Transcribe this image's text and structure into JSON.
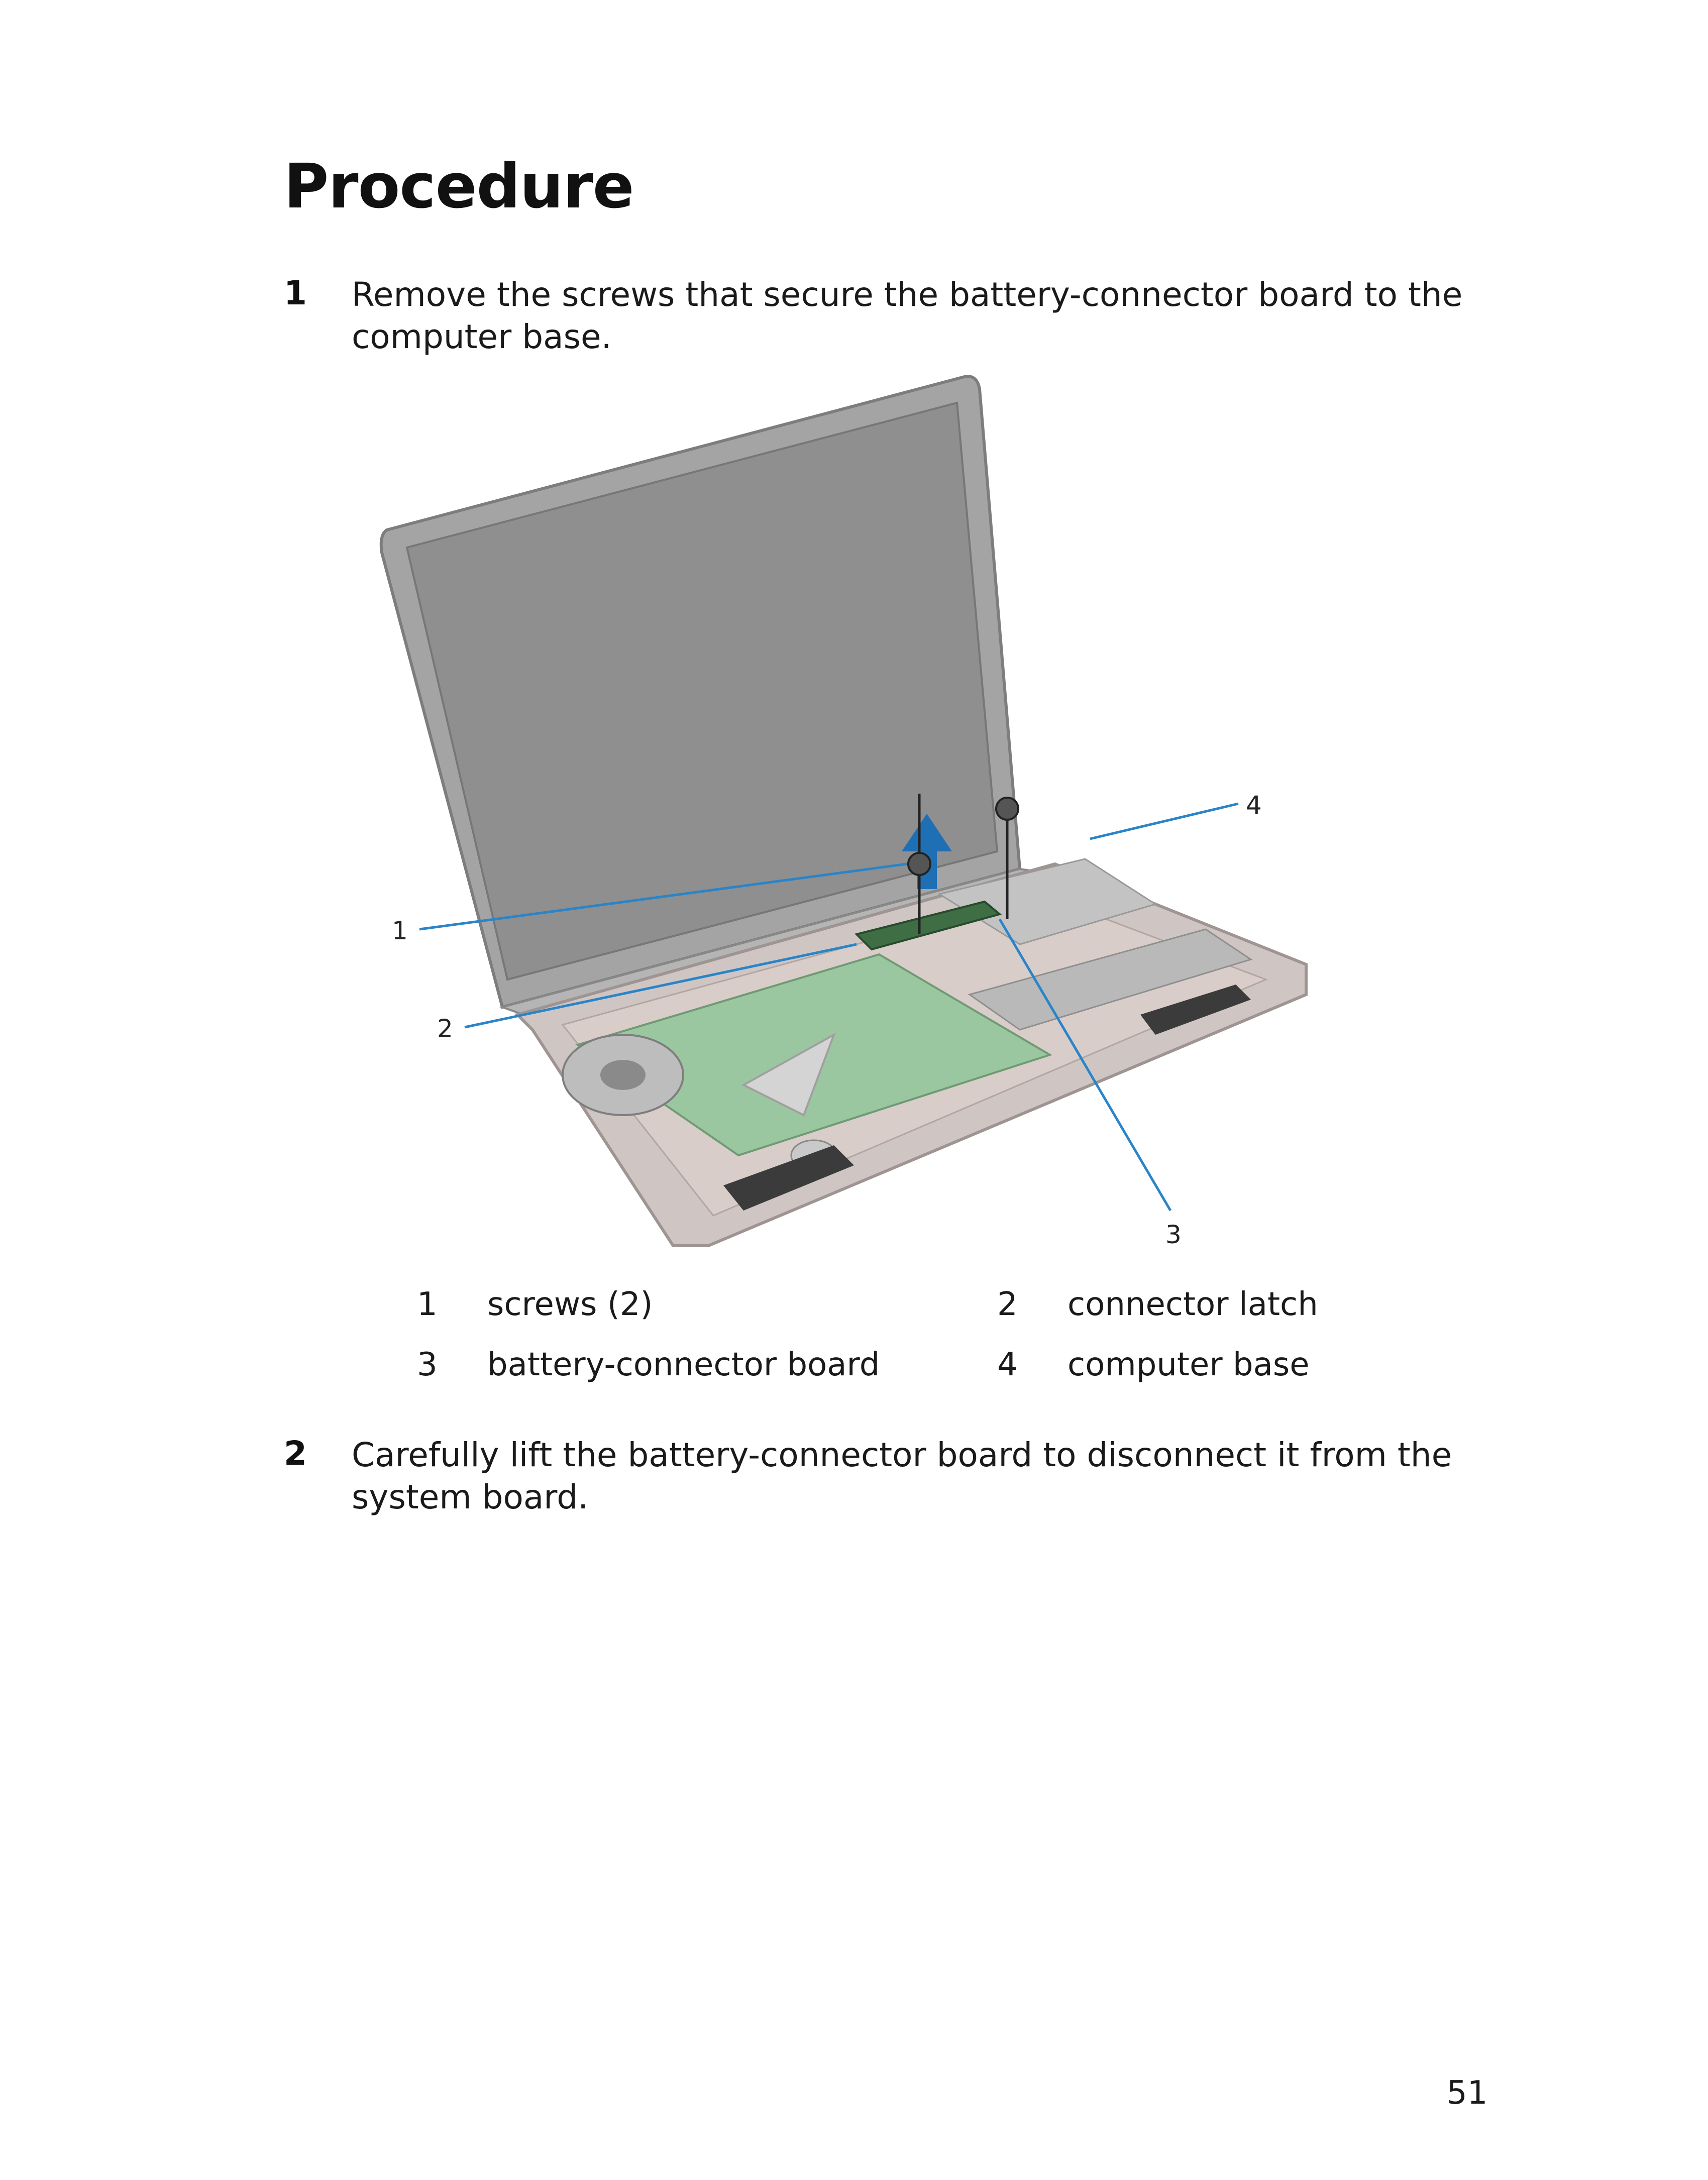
{
  "document": {
    "heading": "Procedure",
    "steps": [
      {
        "number": "1",
        "text": "Remove the screws that secure the battery-connector board to the computer base."
      },
      {
        "number": "2",
        "text": "Carefully lift the battery-connector board to disconnect it from the system board."
      }
    ],
    "figure": {
      "callouts": [
        "1",
        "2",
        "3",
        "4"
      ]
    },
    "legend": [
      {
        "number": "1",
        "label": "screws (2)"
      },
      {
        "number": "2",
        "label": "connector latch"
      },
      {
        "number": "3",
        "label": "battery-connector board"
      },
      {
        "number": "4",
        "label": "computer base"
      }
    ],
    "page_number": "51"
  },
  "colors": {
    "callout_line": "#2a84c8",
    "arrow": "#1f6fb5",
    "board": "#9bc7a0",
    "display": "#9c9c9c"
  }
}
